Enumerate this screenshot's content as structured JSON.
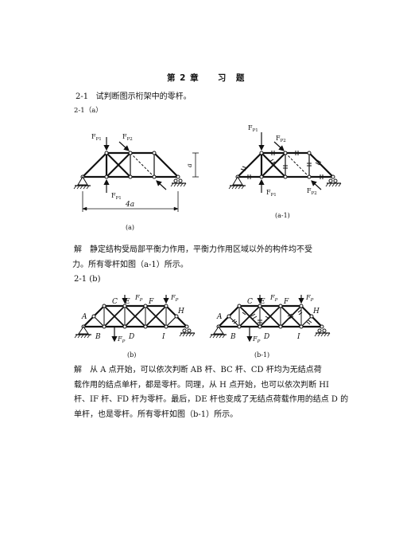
{
  "heading": {
    "chapter": "第 2 章",
    "title": "习　题"
  },
  "problem": {
    "number": "2-1",
    "text": "试判断图示桁架中的零杆。"
  },
  "sub_a": {
    "label": "2-1（a）"
  },
  "fig_a": {
    "label_fp1_top": "F",
    "label_fp1_top_sub": "P1",
    "label_fp2_top": "F",
    "label_fp2_top_sub": "P2",
    "label_fp1_bottom": "F",
    "label_fp1_bottom_sub": "P1",
    "label_height": "a",
    "label_width": "4a",
    "caption": "(a)"
  },
  "fig_a1": {
    "label_fp1_top": "F",
    "label_fp1_top_sub": "P1",
    "label_fp2_top": "F",
    "label_fp2_top_sub": "P2",
    "label_fp1_bottom": "F",
    "label_fp1_bottom_sub": "P1",
    "label_fp2_bottom": "F",
    "label_fp2_bottom_sub": "P2",
    "caption": "(a-1)"
  },
  "solution_a": {
    "lines": [
      "解　静定结构受局部平衡力作用，平衡力作用区域以外的构件均不受",
      "力。所有零杆如图（a-1）所示。"
    ]
  },
  "sub_b": {
    "label": "2-1 (b)"
  },
  "fig_b": {
    "node_a": "A",
    "node_b": "B",
    "node_c": "C",
    "node_d": "D",
    "node_e": "E",
    "node_f": "F",
    "node_h": "H",
    "node_i": "I",
    "load_top1": "F",
    "load_top1_sub": "P",
    "load_top2": "F",
    "load_top2_sub": "P",
    "load_bottom": "F",
    "load_bottom_sub": "P",
    "caption": "(b)"
  },
  "fig_b1": {
    "node_a": "A",
    "node_b": "B",
    "node_c": "C",
    "node_d": "D",
    "node_e": "E",
    "node_f": "F",
    "node_h": "H",
    "node_i": "I",
    "load_top1": "F",
    "load_top1_sub": "P",
    "load_top2": "F",
    "load_top2_sub": "P",
    "load_bottom": "F",
    "load_bottom_sub": "P",
    "caption": "(b-1)"
  },
  "solution_b": {
    "lines": [
      "解　从 A 点开始，可以依次判断 AB 杆、BC 杆、CD 杆均为无结点荷",
      "载作用的结点单杆，都是零杆。同理，从 H 点开始，也可以依次判断 HI",
      "杆、IF 杆、FD 杆为零杆。最后，DE 杆也变成了无结点荷载作用的结点 D 的",
      "单杆，也是零杆。所有零杆如图（b-1）所示。"
    ]
  }
}
